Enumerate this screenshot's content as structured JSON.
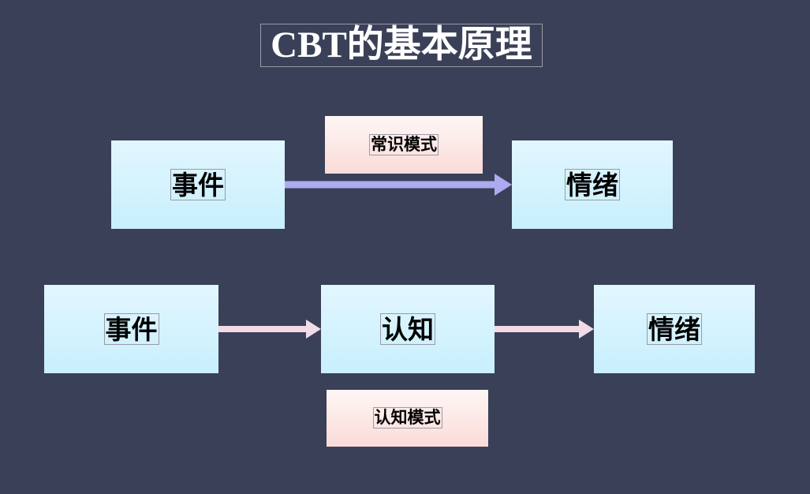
{
  "slide": {
    "background_color": "#3a4057",
    "title": "CBT的基本原理"
  },
  "palette": {
    "background": "#3a4057",
    "node_blue_top": "#e2f7fe",
    "node_blue_bottom": "#c9effd",
    "node_pink_top": "#fdf6f4",
    "node_pink_bottom": "#fadbd8",
    "arrow_purple": "#aeaaf0",
    "arrow_rose": "#f0dbe6",
    "text_dark": "#000000",
    "text_light": "#ffffff",
    "placeholder_border": "#9a9aa6"
  },
  "diagram": {
    "type": "flow",
    "rows": [
      {
        "name": "common-sense-model",
        "tag": "常识模式",
        "nodes": [
          "事件",
          "情绪"
        ],
        "arrows": [
          "事件 → 情绪"
        ],
        "arrow_color": "#aeaaf0"
      },
      {
        "name": "cognitive-model",
        "tag": "认知模式",
        "nodes": [
          "事件",
          "认知",
          "情绪"
        ],
        "arrows": [
          "事件 → 认知",
          "认知 → 情绪"
        ],
        "arrow_color": "#f0dbe6"
      }
    ]
  },
  "top_row": {
    "event_box": "事件",
    "mode_tag": "常识模式",
    "emotion_box": "情绪"
  },
  "bottom_row": {
    "event_box": "事件",
    "cognition_box": "认知",
    "emotion_box": "情绪",
    "mode_tag": "认知模式"
  }
}
